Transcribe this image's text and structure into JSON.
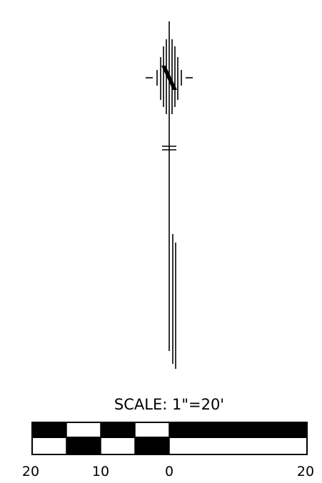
{
  "north_arrow": {
    "letter": "N"
  },
  "scale_bar": {
    "scale_text": "SCALE:  1\"=20'",
    "tick_labels": [
      "20",
      "10",
      "0",
      "20"
    ],
    "units": "feet",
    "colors": {
      "ink": "#000000",
      "paper": "#ffffff"
    }
  }
}
